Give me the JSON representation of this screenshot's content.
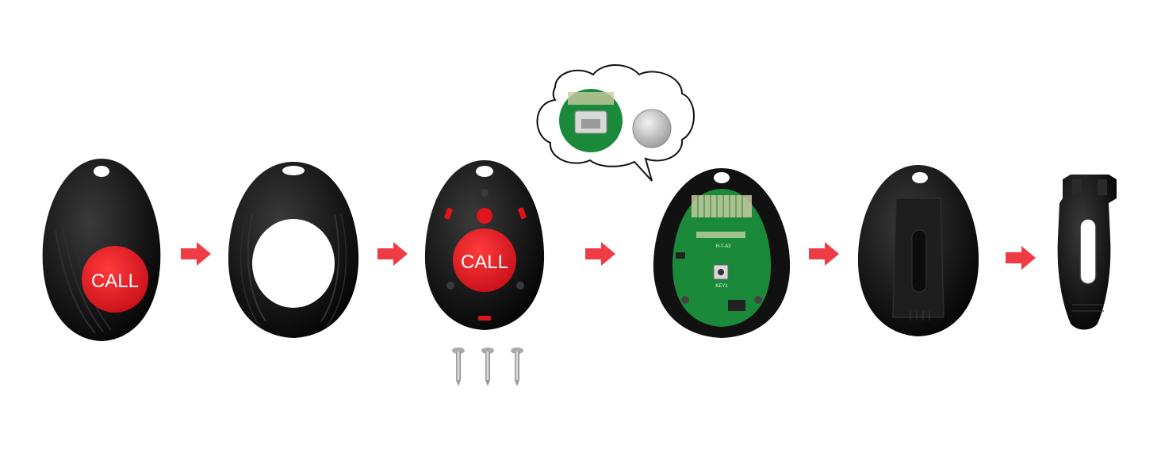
{
  "button_label": "CALL",
  "pcb_labels": {
    "model": "H-T-A3",
    "switch": "KEY1"
  },
  "colors": {
    "shell": "#141414",
    "button_red": "#e0141c",
    "pcb_green": "#1a8a3a",
    "arrow_red": "#ee3b44",
    "metal": "#c9c9c9"
  },
  "steps": [
    {
      "id": "assembled-pager",
      "icon": "call-button-pager"
    },
    {
      "id": "top-shell",
      "icon": "shell-with-hole"
    },
    {
      "id": "button-with-screws",
      "icon": "red-call-button"
    },
    {
      "id": "circuit-board",
      "icon": "pcb-with-battery"
    },
    {
      "id": "back-cover",
      "icon": "back-cover-clip"
    },
    {
      "id": "belt-clip",
      "icon": "belt-clip"
    }
  ]
}
